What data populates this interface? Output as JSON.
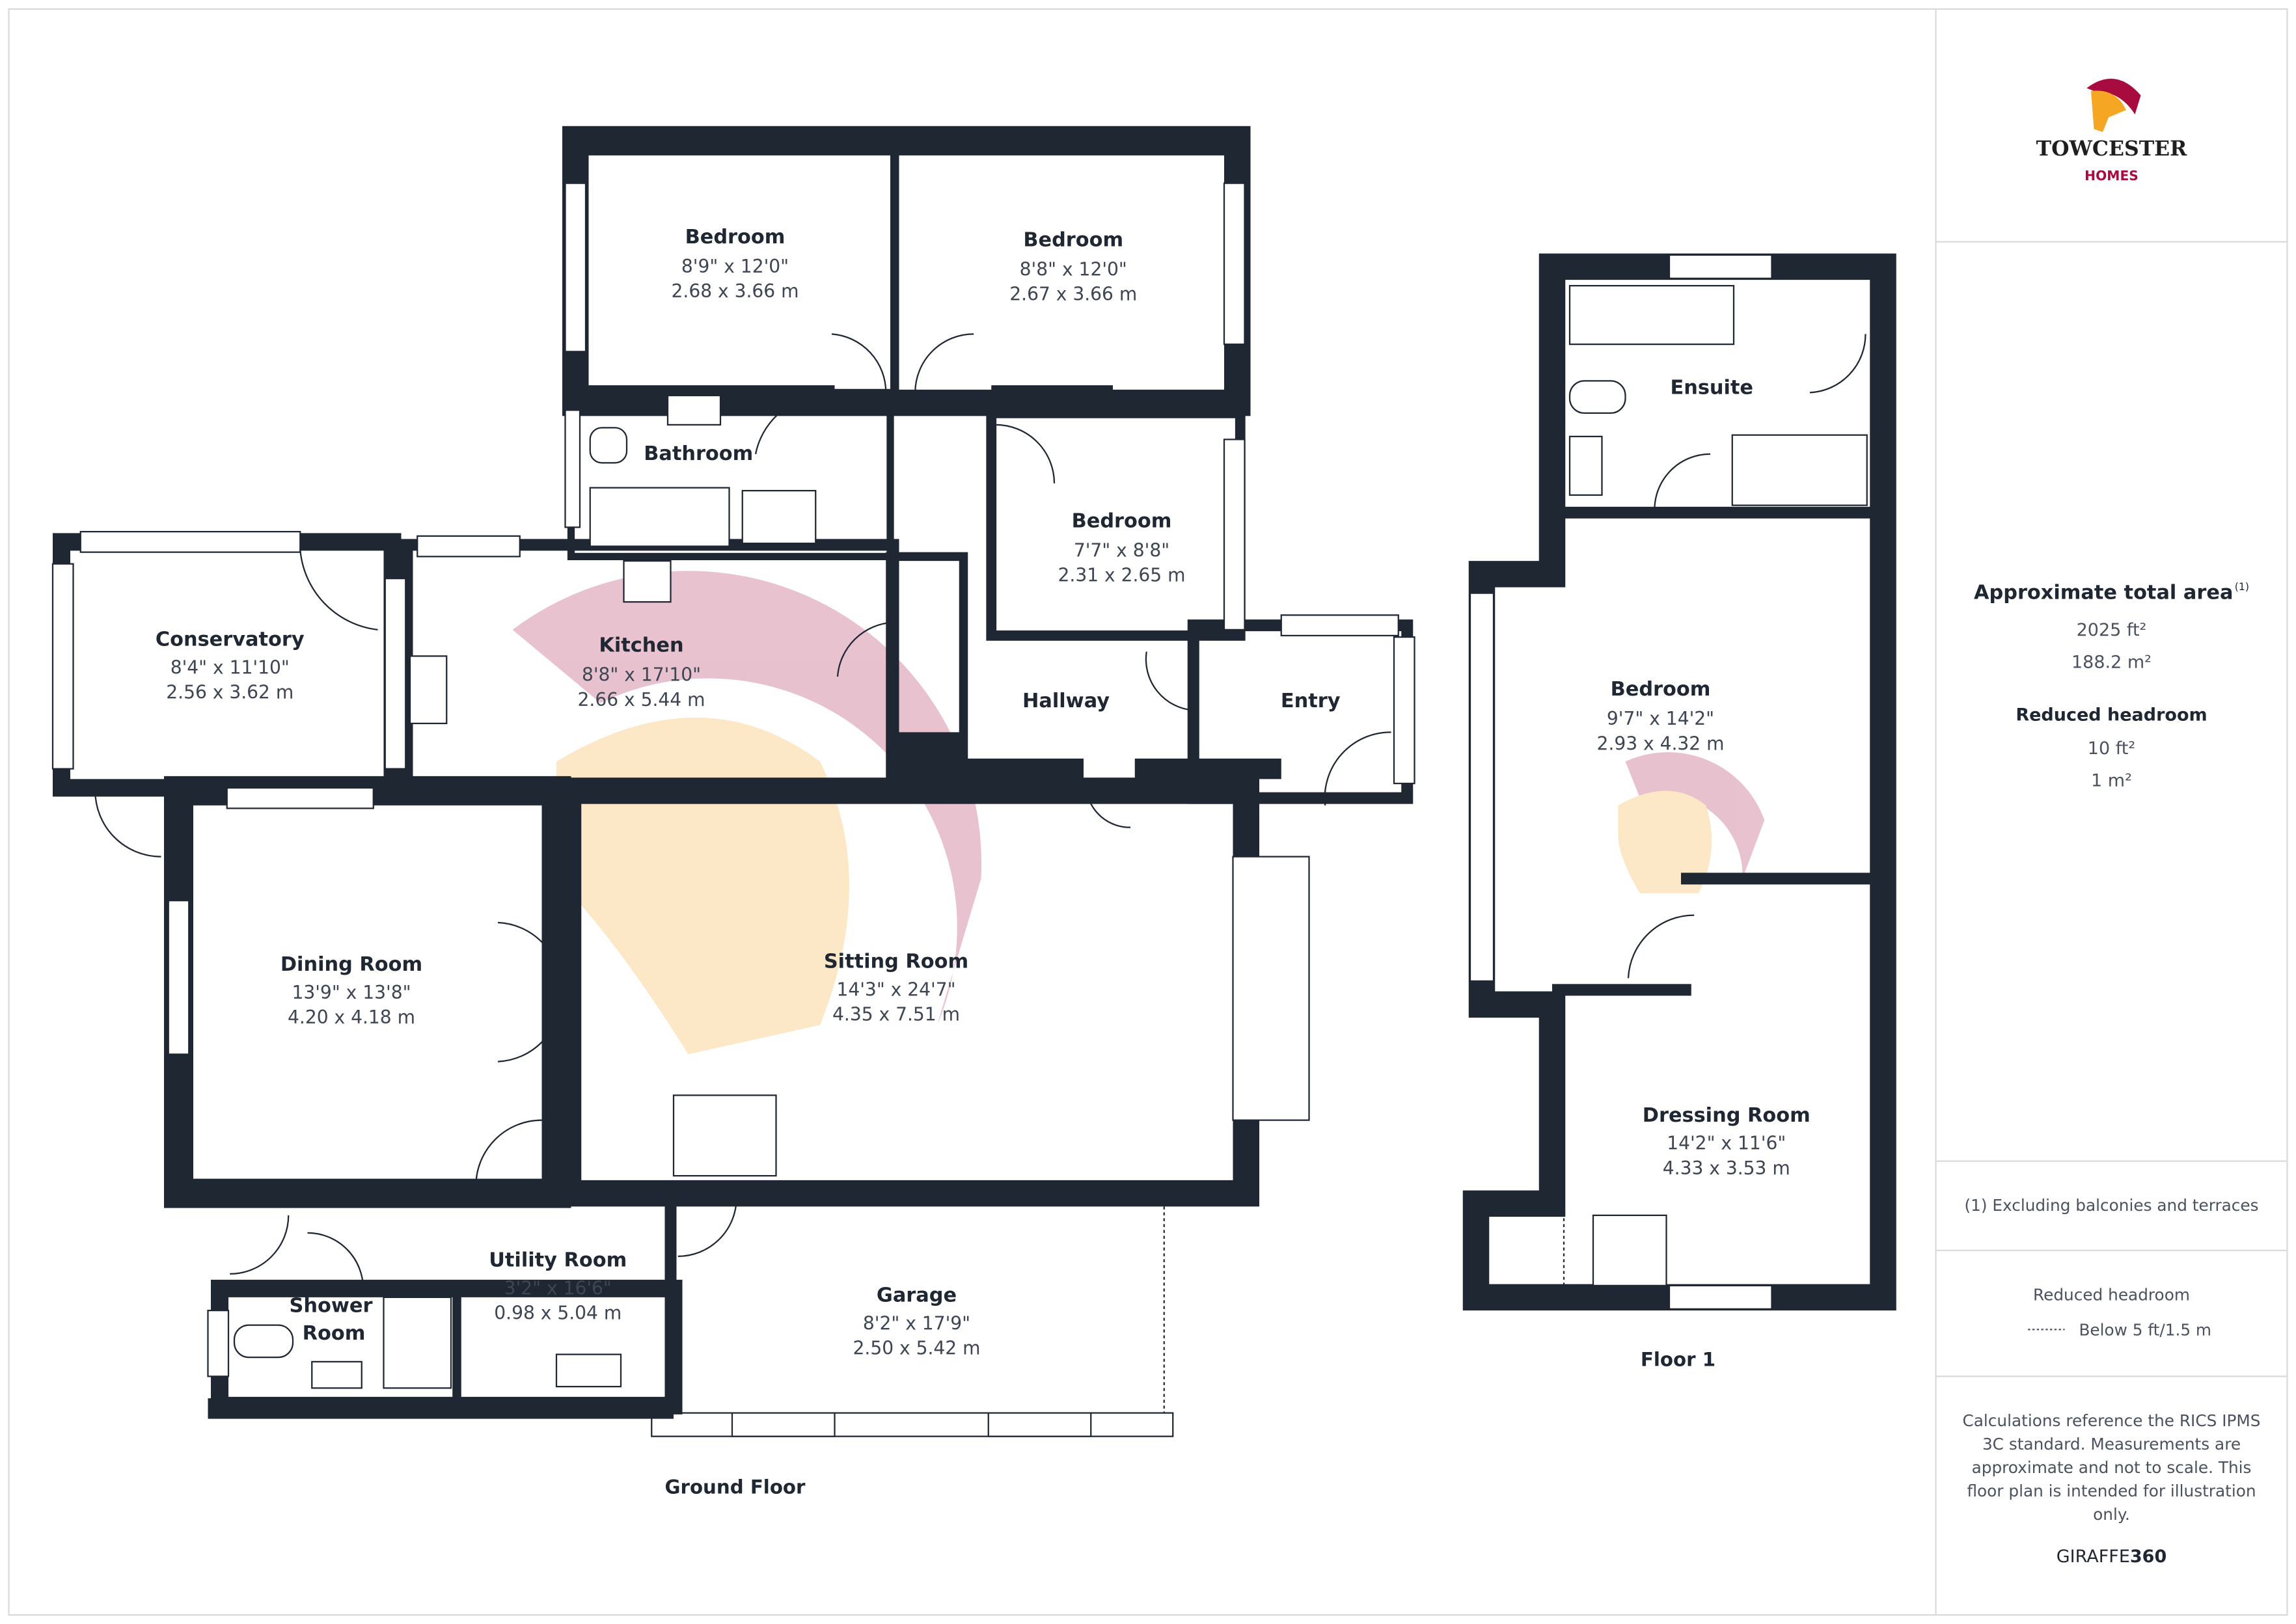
{
  "brand": {
    "name": "TOWCESTER",
    "sub": "HOMES",
    "primary_color": "#a80c3f",
    "accent_color": "#f5a623",
    "wall_color": "#1f2733"
  },
  "ground_floor": {
    "label": "Ground Floor",
    "rooms": [
      {
        "name": "Bedroom",
        "imperial": "8'9\" x 12'0\"",
        "metric": "2.68 x 3.66 m"
      },
      {
        "name": "Bedroom",
        "imperial": "8'8\" x 12'0\"",
        "metric": "2.67 x 3.66 m"
      },
      {
        "name": "Bedroom",
        "imperial": "7'7\" x 8'8\"",
        "metric": "2.31 x 2.65 m"
      },
      {
        "name": "Bathroom"
      },
      {
        "name": "Conservatory",
        "imperial": "8'4\" x 11'10\"",
        "metric": "2.56 x 3.62 m"
      },
      {
        "name": "Kitchen",
        "imperial": "8'8\" x 17'10\"",
        "metric": "2.66 x 5.44 m"
      },
      {
        "name": "Hallway"
      },
      {
        "name": "Entry"
      },
      {
        "name": "Dining Room",
        "imperial": "13'9\" x 13'8\"",
        "metric": "4.20 x 4.18 m"
      },
      {
        "name": "Sitting Room",
        "imperial": "14'3\" x 24'7\"",
        "metric": "4.35 x 7.51 m"
      },
      {
        "name": "Utility Room",
        "imperial": "3'2\" x 16'6\"",
        "metric": "0.98 x 5.04 m"
      },
      {
        "name": "Shower",
        "name2": "Room"
      },
      {
        "name": "Garage",
        "imperial": "8'2\" x 17'9\"",
        "metric": "2.50 x 5.42 m"
      }
    ]
  },
  "floor1": {
    "label": "Floor 1",
    "rooms": [
      {
        "name": "Ensuite"
      },
      {
        "name": "Bedroom",
        "imperial": "9'7\" x 14'2\"",
        "metric": "2.93 x 4.32 m"
      },
      {
        "name": "Dressing Room",
        "imperial": "14'2\" x 11'6\"",
        "metric": "4.33 x 3.53 m"
      }
    ]
  },
  "panel": {
    "total_title": "Approximate total area",
    "total_sup": "(1)",
    "total_ft": "2025 ft²",
    "total_m": "188.2 m²",
    "reduced_title": "Reduced headroom",
    "reduced_ft": "10 ft²",
    "reduced_m": "1 m²",
    "footnote": "(1) Excluding balconies and terraces",
    "legend_title": "Reduced headroom",
    "legend_item": "Below 5 ft/1.5 m",
    "disclaimer": [
      "Calculations reference the RICS IPMS",
      "3C standard. Measurements are",
      "approximate and not to scale. This",
      "floor plan is intended for illustration",
      "only."
    ],
    "credit_a": "GIRAFFE",
    "credit_b": "360"
  }
}
